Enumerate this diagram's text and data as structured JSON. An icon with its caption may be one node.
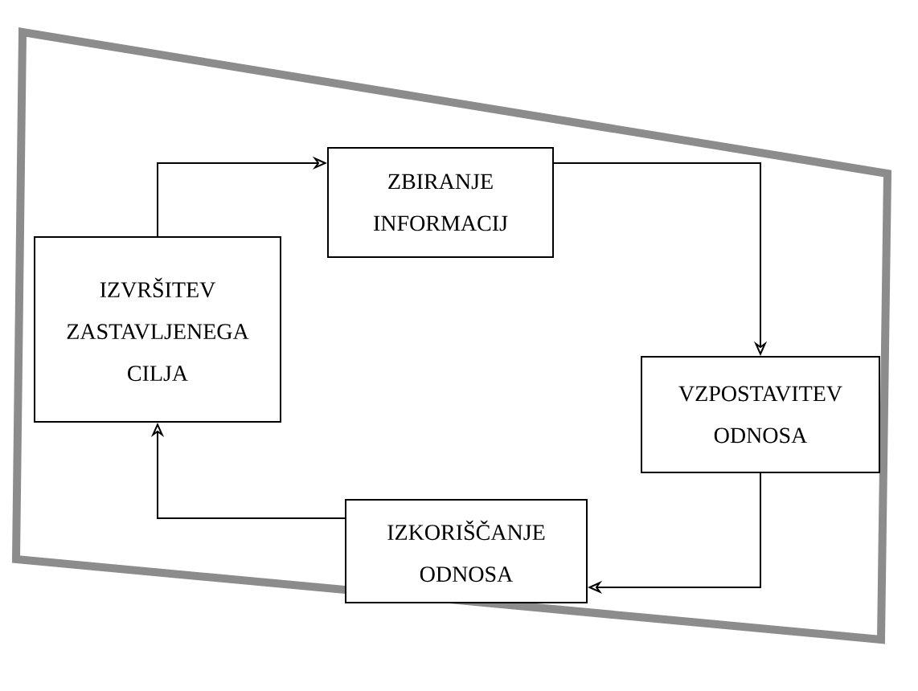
{
  "diagram": {
    "nodes": [
      {
        "text": [
          "ZBIRANJE INFORMACIJ"
        ]
      },
      {
        "text": [
          "VZPOSTAVITEV ODNOSA"
        ]
      },
      {
        "text": [
          "IZKORIŠČANJE ODNOSA"
        ]
      },
      {
        "text": [
          "IZVRŠITEV ZASTAVLJENEGA CILJA"
        ]
      }
    ],
    "edges": [
      {
        "from": 3,
        "to": 0,
        "arrow": "to"
      },
      {
        "from": 0,
        "to": 1,
        "arrow": "to"
      },
      {
        "from": 1,
        "to": 2,
        "arrow": "to"
      },
      {
        "from": 2,
        "to": 3,
        "arrow": "to"
      }
    ]
  }
}
